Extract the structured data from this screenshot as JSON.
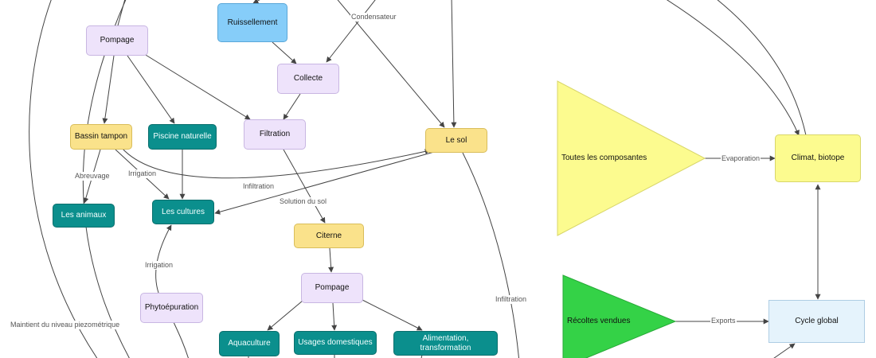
{
  "nodes": {
    "ruissellement": "Ruissellement",
    "pompage_top": "Pompage",
    "collecte": "Collecte",
    "bassin_tampon": "Bassin tampon",
    "piscine_naturelle": "Piscine naturelle",
    "filtration": "Filtration",
    "le_sol": "Le sol",
    "les_animaux": "Les animaux",
    "les_cultures": "Les cultures",
    "citerne": "Citerne",
    "pompage_bottom": "Pompage",
    "phytoepuration": "Phytoépuration",
    "aquaculture": "Aquaculture",
    "usages_domestiques": "Usages domestiques",
    "alimentation_transformation": "Alimentation, transformation",
    "toutes_les_composantes": "Toutes les composantes",
    "climat_biotope": "Climat, biotope",
    "recoltes_vendues": "Récoltes vendues",
    "cycle_global": "Cycle global"
  },
  "edge_labels": {
    "condensateur": "Condensateur",
    "abreuvage": "Abreuvage",
    "irrigation_bassin": "Irrigation",
    "infiltration_bassin": "Infiltration",
    "solution_du_sol": "Solution du sol",
    "irrigation_phyto": "Irrigation",
    "infiltration_sol": "Infiltration",
    "maintient": "Maintient du niveau piezométrique",
    "evaporation": "Evaporation",
    "exports": "Exports"
  },
  "colors": {
    "lavender": "#eee3fb",
    "teal": "#0b8f8d",
    "gold": "#fae28b",
    "blue": "#86cdf9",
    "yellow": "#fcfb8f",
    "green": "#34d247",
    "light_blue": "#e5f3fc",
    "edge": "#444444"
  }
}
